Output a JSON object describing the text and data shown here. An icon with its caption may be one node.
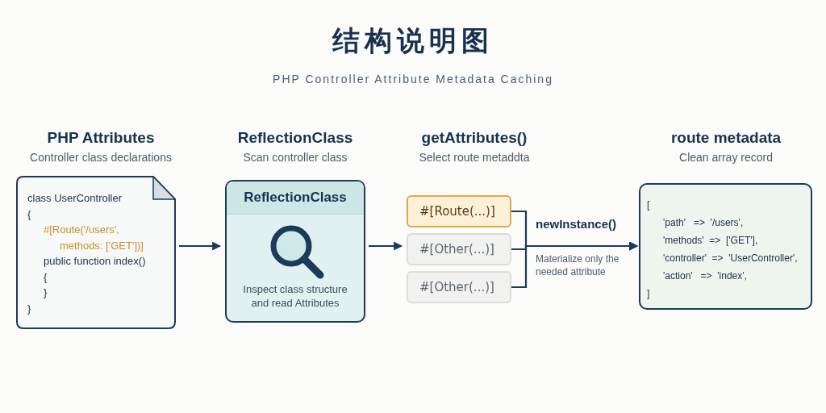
{
  "diagram": {
    "title": "结构说明图",
    "caption": "PHP Controller Attribute Metadata Caching",
    "nodes": [
      {
        "text": [
          "PHP Attributes",
          "Controller class declarations",
          "class UserController",
          "{",
          "#[Route('/users',",
          "methods: ['GET'])]",
          "public function index()",
          "{",
          "}",
          "}"
        ]
      },
      {
        "text": [
          "ReflectionClass",
          "Scan controller class",
          "ReflectionClass",
          "Inspect class structure and read Attributes"
        ]
      },
      {
        "text": [
          "#[Route(...)]"
        ]
      },
      {
        "text": [
          "#[Other(...)]"
        ]
      },
      {
        "text": [
          "#[Other(...)]"
        ]
      },
      {
        "text": [
          "route metadata",
          "Clean array record",
          "[",
          "'path'   =>  '/users',",
          "'methods'  =>  ['GET'],",
          "'controller'  =>  'UserController',",
          "'action'   =>  'index',",
          "]"
        ]
      }
    ],
    "edges": [
      {
        "from": 0,
        "to": 1,
        "arrow": "to"
      },
      {
        "from": 1,
        "to": 3,
        "arrow": "to"
      },
      {
        "from": 2,
        "to": 5,
        "arrow": "to",
        "label": "newInstance()"
      },
      {
        "from": 3,
        "to": 5,
        "arrow": "to"
      },
      {
        "from": 4,
        "to": 5,
        "arrow": "to"
      }
    ],
    "labels": [
      "getAttributes()",
      "Select route metaddta",
      "Materialize only the needed attribute"
    ]
  }
}
